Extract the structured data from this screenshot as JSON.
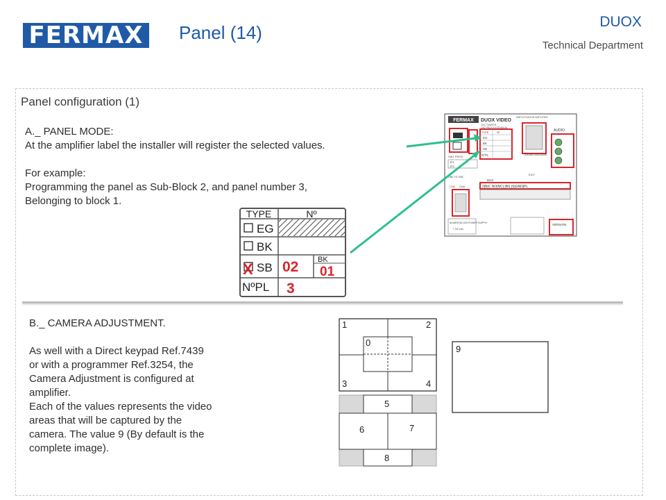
{
  "header": {
    "logo_text": "FERMAX",
    "title": "Panel (14)",
    "brand": "DUOX",
    "department": "Technical Department"
  },
  "section_title": "Panel configuration (1)",
  "section_a": {
    "heading": "A._ PANEL MODE:",
    "line1": "At the amplifier label the installer will register the selected values.",
    "example_label": "For example:",
    "example_line1": "Programming the panel as Sub-Block 2, and panel number 3,",
    "example_line2": "Belonging to block 1."
  },
  "label_table": {
    "col_type": "TYPE",
    "col_no": "Nº",
    "rows": [
      "EG",
      "BK",
      "SB",
      "NºPL"
    ],
    "mark": "X",
    "sb_value": "02",
    "bk_label": "BK",
    "bk_value": "01",
    "npl_value": "3"
  },
  "amplifier": {
    "brand": "FERMAX",
    "model": "DUOX VIDEO",
    "subtitle": "AMPLIFICADOR AMPLIFIER",
    "cn1": "CN1 TAMPER",
    "cn2": "CN2  PACK EXTENSION",
    "type": "TYPE",
    "no": "Nº",
    "r_eg": "EG",
    "r_bk": "BK",
    "r_sb": "SB",
    "r_npl": "NºPL",
    "sw1": "SW1 PROG",
    "jp1": "JP1",
    "jp2": "JP2",
    "idioma": "IDIOMA LANGUAGE",
    "audio": "AUDIO",
    "one_to_one": "ONE TO ONE",
    "bus": "BUS",
    "exit": "EXIT",
    "cn2b": "CN2",
    "cn3": "CN3",
    "term1": "2|B|C  NO|NC|   |BS  |S|GND|PL",
    "alim": "ALIMENTACION POWER SUPPLY",
    "volt": "+ 18 Vdc",
    "version": "VERSION"
  },
  "section_b": {
    "heading": "B._ CAMERA ADJUSTMENT.",
    "body": [
      "As well with a Direct keypad Ref.7439",
      "or with a programmer Ref.3254, the",
      "Camera Adjustment is configured at",
      "amplifier.",
      "Each of the values represents the video",
      "areas that will be captured by the",
      "camera. The value 9 (By default is the",
      "complete image)."
    ]
  },
  "camera_areas": {
    "q1": "1",
    "q2": "2",
    "q3": "3",
    "q4": "4",
    "center": "0",
    "top": "5",
    "left": "6",
    "right": "7",
    "bottom": "8",
    "full": "9"
  }
}
